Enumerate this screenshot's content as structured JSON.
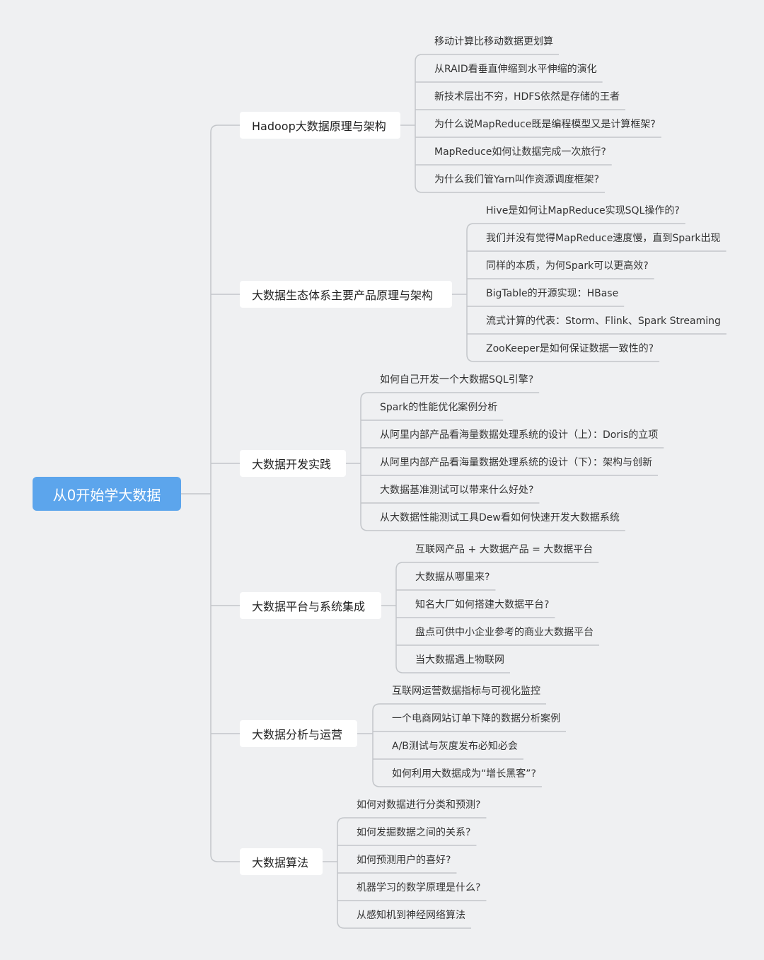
{
  "root": {
    "label": "从0开始学大数据"
  },
  "branches": [
    {
      "label": "Hadoop大数据原理与架构",
      "items": [
        "移动计算比移动数据更划算",
        "从RAID看垂直伸缩到水平伸缩的演化",
        "新技术层出不穷，HDFS依然是存储的王者",
        "为什么说MapReduce既是编程模型又是计算框架?",
        "MapReduce如何让数据完成一次旅行?",
        "为什么我们管Yarn叫作资源调度框架?"
      ]
    },
    {
      "label": "大数据生态体系主要产品原理与架构",
      "items": [
        "Hive是如何让MapReduce实现SQL操作的?",
        "我们并没有觉得MapReduce速度慢，直到Spark出现",
        "同样的本质，为何Spark可以更高效?",
        "BigTable的开源实现：HBase",
        "流式计算的代表：Storm、Flink、Spark Streaming",
        "ZooKeeper是如何保证数据一致性的?"
      ]
    },
    {
      "label": "大数据开发实践",
      "items": [
        "如何自己开发一个大数据SQL引擎?",
        "Spark的性能优化案例分析",
        "从阿里内部产品看海量数据处理系统的设计（上）：Doris的立项",
        "从阿里内部产品看海量数据处理系统的设计（下）：架构与创新",
        "大数据基准测试可以带来什么好处?",
        "从大数据性能测试工具Dew看如何快速开发大数据系统"
      ]
    },
    {
      "label": "大数据平台与系统集成",
      "items": [
        "互联网产品 + 大数据产品 = 大数据平台",
        "大数据从哪里来?",
        "知名大厂如何搭建大数据平台?",
        "盘点可供中小企业参考的商业大数据平台",
        "当大数据遇上物联网"
      ]
    },
    {
      "label": "大数据分析与运营",
      "items": [
        "互联网运营数据指标与可视化监控",
        "一个电商网站订单下降的数据分析案例",
        "A/B测试与灰度发布必知必会",
        "如何利用大数据成为“增长黑客”?"
      ]
    },
    {
      "label": "大数据算法",
      "items": [
        "如何对数据进行分类和预测?",
        "如何发掘数据之间的关系?",
        "如何预测用户的喜好?",
        "机器学习的数学原理是什么?",
        "从感知机到神经网络算法"
      ]
    }
  ]
}
